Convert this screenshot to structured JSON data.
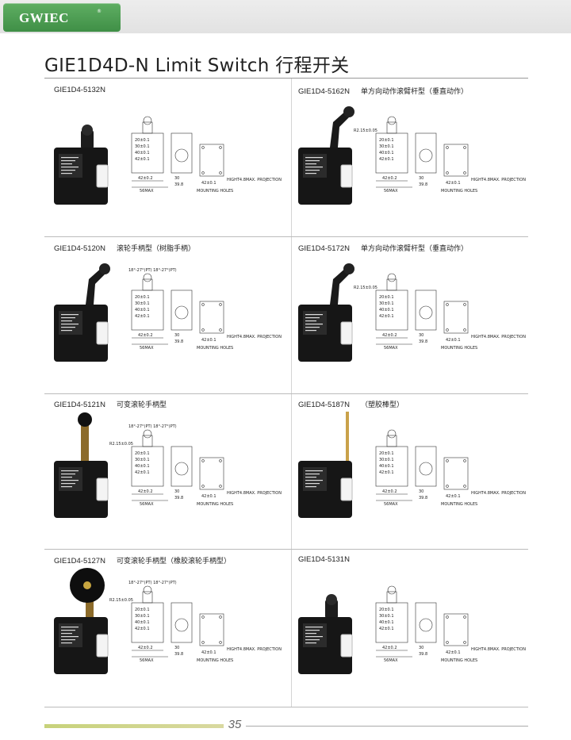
{
  "brand": {
    "logo": "GWIEC",
    "reg_mark": "®",
    "accent": "#4a9c50"
  },
  "page": {
    "title": "GIE1D4D-N Limit Switch 行程开关",
    "number": "35"
  },
  "dims": {
    "r20": "20±0.1",
    "r30": "30±0.1",
    "r40": "40±0.1",
    "r42": "42±0.1",
    "w42": "42±0.2",
    "w56": "56MAX",
    "mh": "MOUNTING HOLES",
    "proj": "HIGHT4.8MAX. PROJECTION",
    "r215": "R2.15±0.05",
    "ang": "18°-27°(PT) 18°-27°(PT)",
    "d30": "30",
    "d398": "39.8"
  },
  "items": [
    {
      "code": "GIE1D4-5132N",
      "name": ""
    },
    {
      "code": "GIE1D4-5162N",
      "name": "单方向动作滚臂杆型（垂直动作）"
    },
    {
      "code": "GIE1D4-5120N",
      "name": "滚轮手柄型（树脂手柄）"
    },
    {
      "code": "GIE1D4-5172N",
      "name": "单方向动作滚臂杆型（垂直动作）"
    },
    {
      "code": "GIE1D4-5121N",
      "name": "可变滚轮手柄型"
    },
    {
      "code": "GIE1D4-5187N",
      "name": "（塑胶棒型）"
    },
    {
      "code": "GIE1D4-5127N",
      "name": "可变滚轮手柄型（橡胶滚轮手柄型）"
    },
    {
      "code": "GIE1D4-5131N",
      "name": ""
    }
  ]
}
